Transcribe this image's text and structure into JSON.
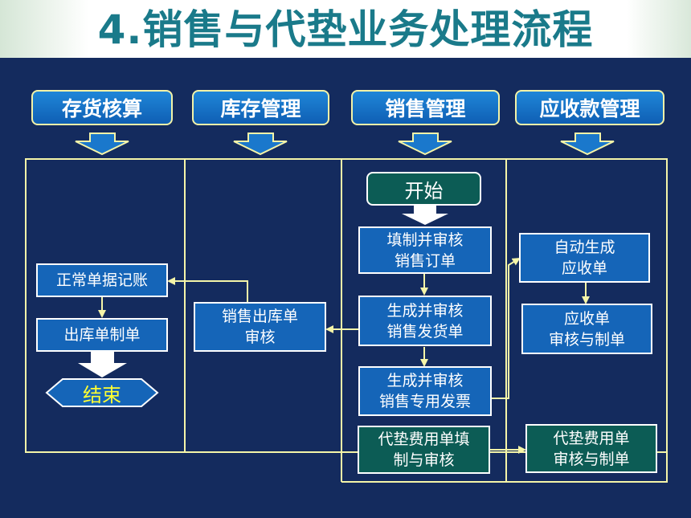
{
  "title": "4.销售与代垫业务处理流程",
  "columns": {
    "inventory_accounting": "存货核算",
    "stock_management": "库存管理",
    "sales_management": "销售管理",
    "receivables_management": "应收款管理"
  },
  "nodes": {
    "start": "开始",
    "sales_order": "填制并审核\n销售订单",
    "delivery_note": "生成并审核\n销售发货单",
    "special_invoice": "生成并审核\n销售专用发票",
    "advance_fee_fill": "代垫费用单填\n制与审核",
    "auto_receivable": "自动生成\n应收单",
    "receivable_review": "应收单\n审核与制单",
    "advance_fee_review": "代垫费用单\n审核与制单",
    "outbound_review": "销售出库单\n审核",
    "normal_posting": "正常单据记账",
    "outbound_voucher": "出库单制单",
    "end": "结束"
  },
  "colors": {
    "background": "#142b5e",
    "title": "#1a7a8a",
    "box_fill": "#1565b8",
    "green_box_fill": "#0c5c55",
    "connector": "#f5f5a8",
    "end_text": "#ffff33"
  }
}
